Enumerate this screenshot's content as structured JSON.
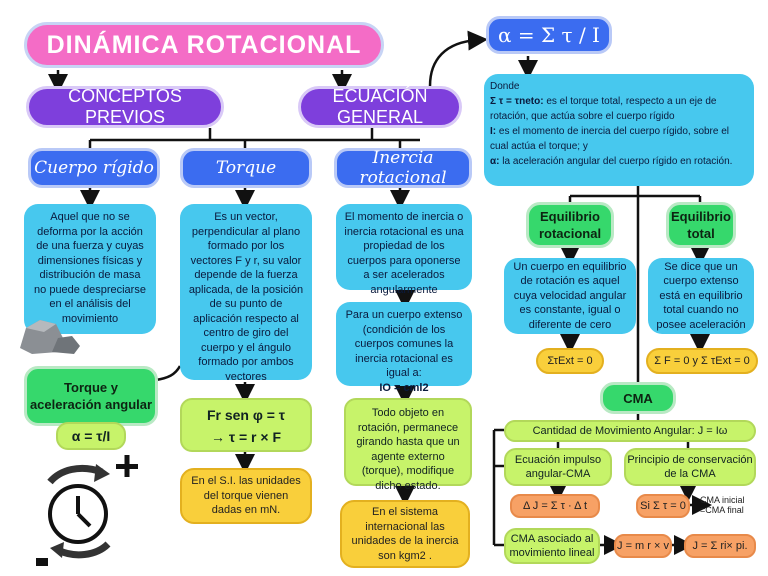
{
  "title": "DINÁMICA ROTACIONAL",
  "conceptos_previos": "CONCEPTOS PREVIOS",
  "ecuacion_general": "ECUACIÓN GENERAL",
  "cuerpo_rigido": {
    "heading": "Cuerpo rígido",
    "text": "Aquel que no se deforma por la acción de una fuerza y cuyas dimensiones físicas y distribución de masa no puede despreciarse en el análisis del movimiento"
  },
  "torque": {
    "heading": "Torque",
    "text": "Es un vector, perpendicular al plano formado por los vectores F y r, su valor depende de la fuerza aplicada, de la posición de su punto de aplicación respecto al centro de giro del cuerpo y el ángulo formado por ambos vectores",
    "formula_line1": "Fr sen φ = τ",
    "formula_line2": "→ τ = r × F",
    "units": "En el S.I. las unidades del torque vienen dadas en mN."
  },
  "inercia": {
    "heading": "Inercia rotacional",
    "text1": "El momento de inercia o inercia rotacional es una propiedad de los cuerpos para oponerse a ser acelerados angularmente",
    "text2": "Para un cuerpo extenso (condición de los cuerpos comunes la inercia rotacional es igual a:",
    "text2_formula": "IO = cml2",
    "text3": "Todo objeto en rotación, permanece girando hasta que un agente externo (torque), modifique dicho estado.",
    "units": "En el sistema internacional las unidades de la inercia son kgm2 ."
  },
  "torque_aceleracion": {
    "heading": "Torque y aceleración angular",
    "formula": "α = τ/I"
  },
  "formula_general": "α = Σ τ / I",
  "donde": {
    "label": "Donde",
    "line1_bold": "Σ τ = τneto:",
    "line1": " es el torque total, respecto a un eje de rotación, que actúa sobre el cuerpo rígido",
    "line2_bold": "I:",
    "line2": " es el momento de inercia del cuerpo rígido, sobre el cual actúa el torque; y",
    "line3_bold": "α:",
    "line3": " la aceleración angular del cuerpo rígido en rotación."
  },
  "equilibrio_rotacional": {
    "heading": "Equilibrio rotacional",
    "text": "Un cuerpo en equilibrio de rotación es aquel cuya velocidad angular es constante, igual o diferente de cero",
    "formula": "ΣτExt = 0"
  },
  "equilibrio_total": {
    "heading": "Equilibrio total",
    "text": "Se dice que un cuerpo extenso está en equilibrio total cuando no posee aceleración",
    "formula": "Σ F = 0 y Σ τExt = 0"
  },
  "cma": {
    "heading": "CMA",
    "definition": "Cantidad de Movimiento Angular: J = Iω",
    "impulso": "Ecuación impulso angular-CMA",
    "impulso_formula": "Δ J = Σ τ · Δ t",
    "conservacion": "Principio de conservación de la CMA",
    "conservacion_formula": "Si Σ τ = 0",
    "note1": "CMA inicial",
    "note2": "=CMA final",
    "lineal": "CMA asociado al movimiento lineal",
    "lineal_f1": "J = m r × v",
    "lineal_f2": "J = Σ ri× pi."
  },
  "colors": {
    "title": "#f46cc6",
    "purple": "#7e3fdc",
    "blue": "#3b6cf0",
    "cyan": "#47c8ee",
    "green": "#36d86c",
    "lime": "#c7f36a",
    "yellow": "#f9cf3b",
    "orange": "#f7a165"
  }
}
